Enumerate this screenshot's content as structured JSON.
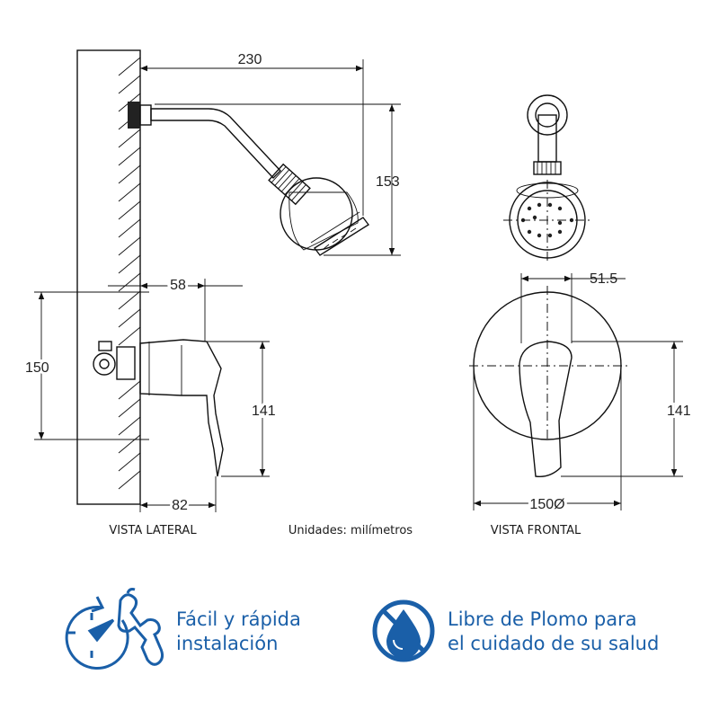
{
  "dimensions": {
    "arm_length": "230",
    "arm_height": "153",
    "valve_depth": "58",
    "plate_height": "150",
    "lever_height_side": "141",
    "plate_depth": "82",
    "lever_width_front": "51.5",
    "lever_height_front": "141",
    "plate_diameter": "150Ø"
  },
  "captions": {
    "side_view": "VISTA LATERAL",
    "units": "Unidades: milímetros",
    "front_view": "VISTA FRONTAL"
  },
  "features": [
    {
      "line1": "Fácil y rápida",
      "line2": "instalación",
      "icon": "install-tools-icon"
    },
    {
      "line1": "Libre de Plomo para",
      "line2": "el cuidado de su salud",
      "icon": "lead-free-drop-icon"
    }
  ],
  "colors": {
    "accent": "#1a5fa8",
    "line": "#111111"
  }
}
